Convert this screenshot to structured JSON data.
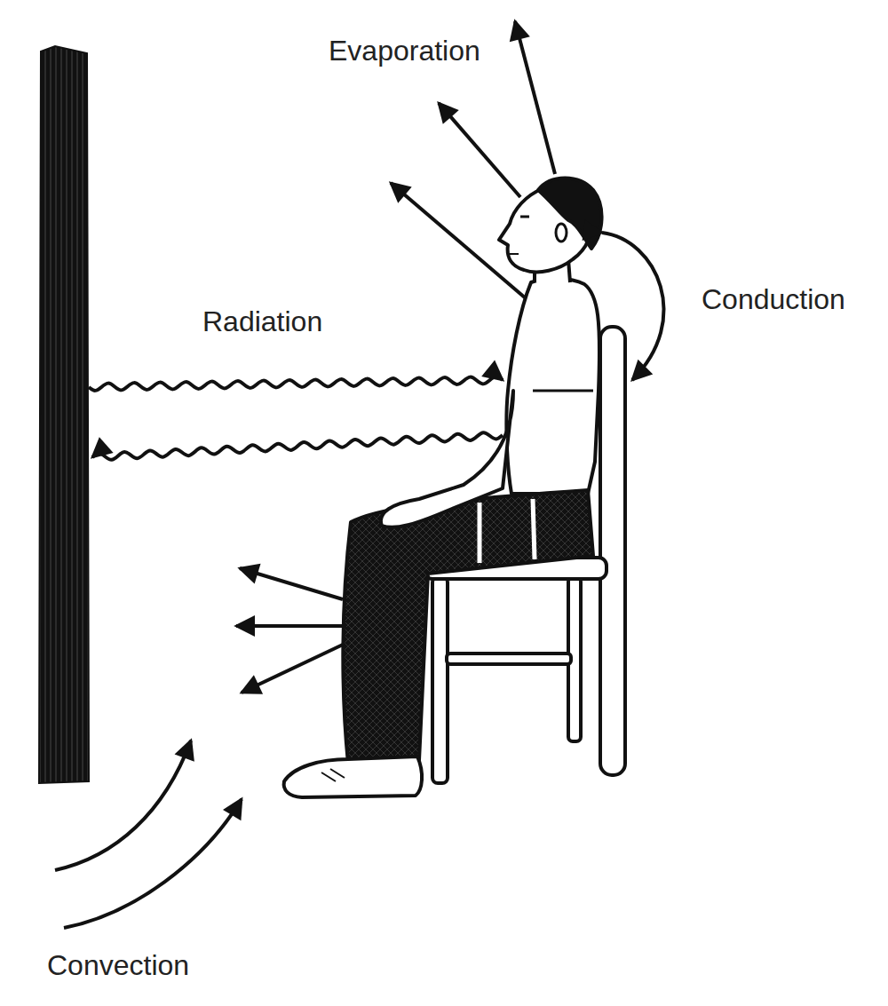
{
  "diagram": {
    "labels": [
      "Evaporation",
      "Radiation",
      "Conduction",
      "Convection"
    ]
  }
}
